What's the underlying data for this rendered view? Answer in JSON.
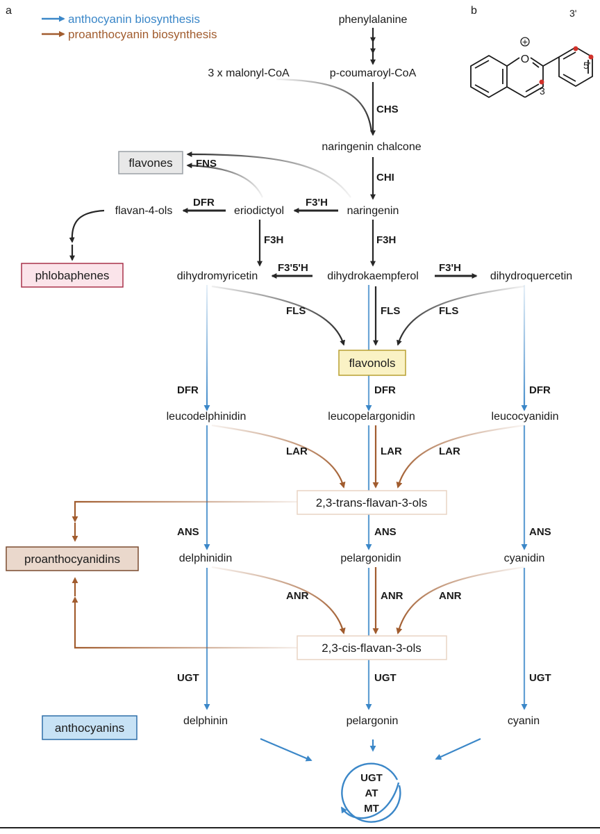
{
  "panel_labels": {
    "a": "a",
    "b": "b"
  },
  "legend": {
    "anthocyanin": "anthocyanin biosynthesis",
    "proanthocyanin": "proanthocyanin biosynthesis"
  },
  "colors": {
    "anthocyanin": "#3b87c8",
    "proanthocyanin": "#a15c2e",
    "general": "#262626"
  },
  "metabolites": {
    "phenylalanine": "phenylalanine",
    "malonyl_coa": "3 x malonyl-CoA",
    "p_coumaroyl_coa": "p-coumaroyl-CoA",
    "naringenin_chalcone": "naringenin chalcone",
    "naringenin": "naringenin",
    "eriodictyol": "eriodictyol",
    "flavan_4_ols": "flavan-4-ols",
    "dihydromyricetin": "dihydromyricetin",
    "dihydrokaempferol": "dihydrokaempferol",
    "dihydroquercetin": "dihydroquercetin",
    "leucodelphinidin": "leucodelphinidin",
    "leucopelargonidin": "leucopelargonidin",
    "leucocyanidin": "leucocyanidin",
    "delphinidin": "delphinidin",
    "pelargonidin": "pelargonidin",
    "cyanidin": "cyanidin",
    "delphinin": "delphinin",
    "pelargonin": "pelargonin",
    "cyanin": "cyanin"
  },
  "boxes": {
    "flavones": "flavones",
    "phlobaphenes": "phlobaphenes",
    "flavonols": "flavonols",
    "trans_flavan": "2,3-trans-flavan-3-ols",
    "cis_flavan": "2,3-cis-flavan-3-ols",
    "proanthocyanidins": "proanthocyanidins",
    "anthocyanins": "anthocyanins"
  },
  "enzymes": {
    "chs": "CHS",
    "chi": "CHI",
    "fns": "FNS",
    "dfr": "DFR",
    "f3h_prime": "F3'H",
    "f3h": "F3H",
    "f35h": "F3'5'H",
    "fls": "FLS",
    "lar": "LAR",
    "ans": "ANS",
    "anr": "ANR",
    "ugt": "UGT",
    "at": "AT",
    "mt": "MT"
  },
  "structure": {
    "charge": "+",
    "oxygen": "O",
    "pos_3": "3",
    "pos_3p": "3'",
    "pos_5p": "5'"
  }
}
